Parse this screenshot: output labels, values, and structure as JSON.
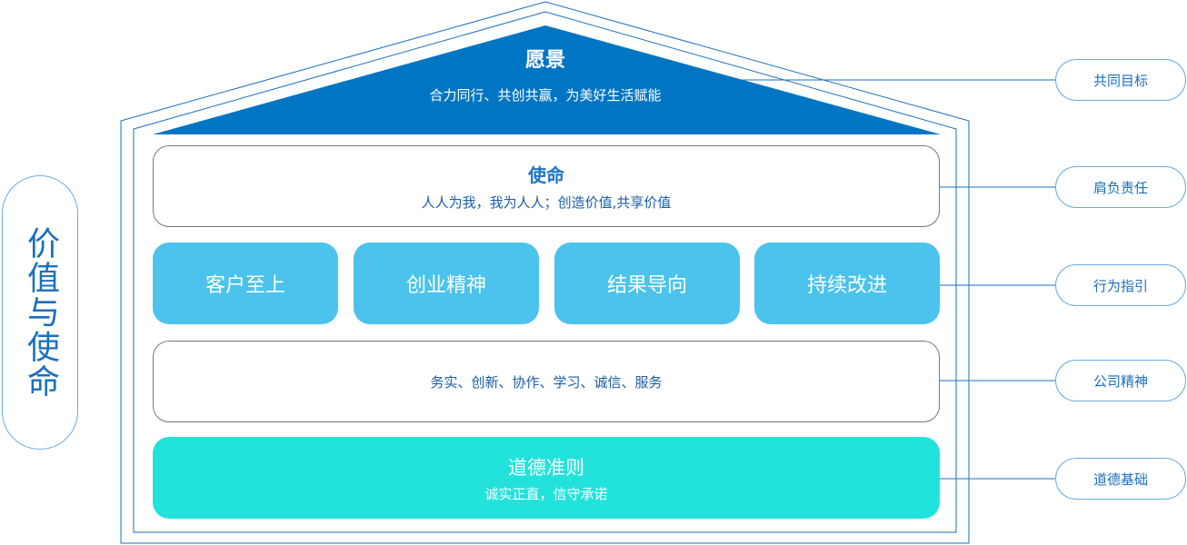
{
  "vision": {
    "title": "愿景",
    "text": "合力同行、共创共赢，为美好生活赋能"
  },
  "mission": {
    "title": "使命",
    "text": "人人为我，我为人人；创造价值,共享价值"
  },
  "values": [
    "客户至上",
    "创业精神",
    "结果导向",
    "持续改进"
  ],
  "spirit": {
    "text": "务实、创新、协作、学习、诚信、服务"
  },
  "ethics": {
    "title": "道德准则",
    "text": "诚实正直，信守承诺"
  },
  "side_labels": [
    "共同目标",
    "肩负责任",
    "行为指引",
    "公司精神",
    "道德基础"
  ],
  "left_label": "价值与使命",
  "colors": {
    "primary": "#0075c4",
    "value_box": "#4bc3ec",
    "ethics_box": "#22e3dc",
    "line": "#1a6fc0"
  }
}
